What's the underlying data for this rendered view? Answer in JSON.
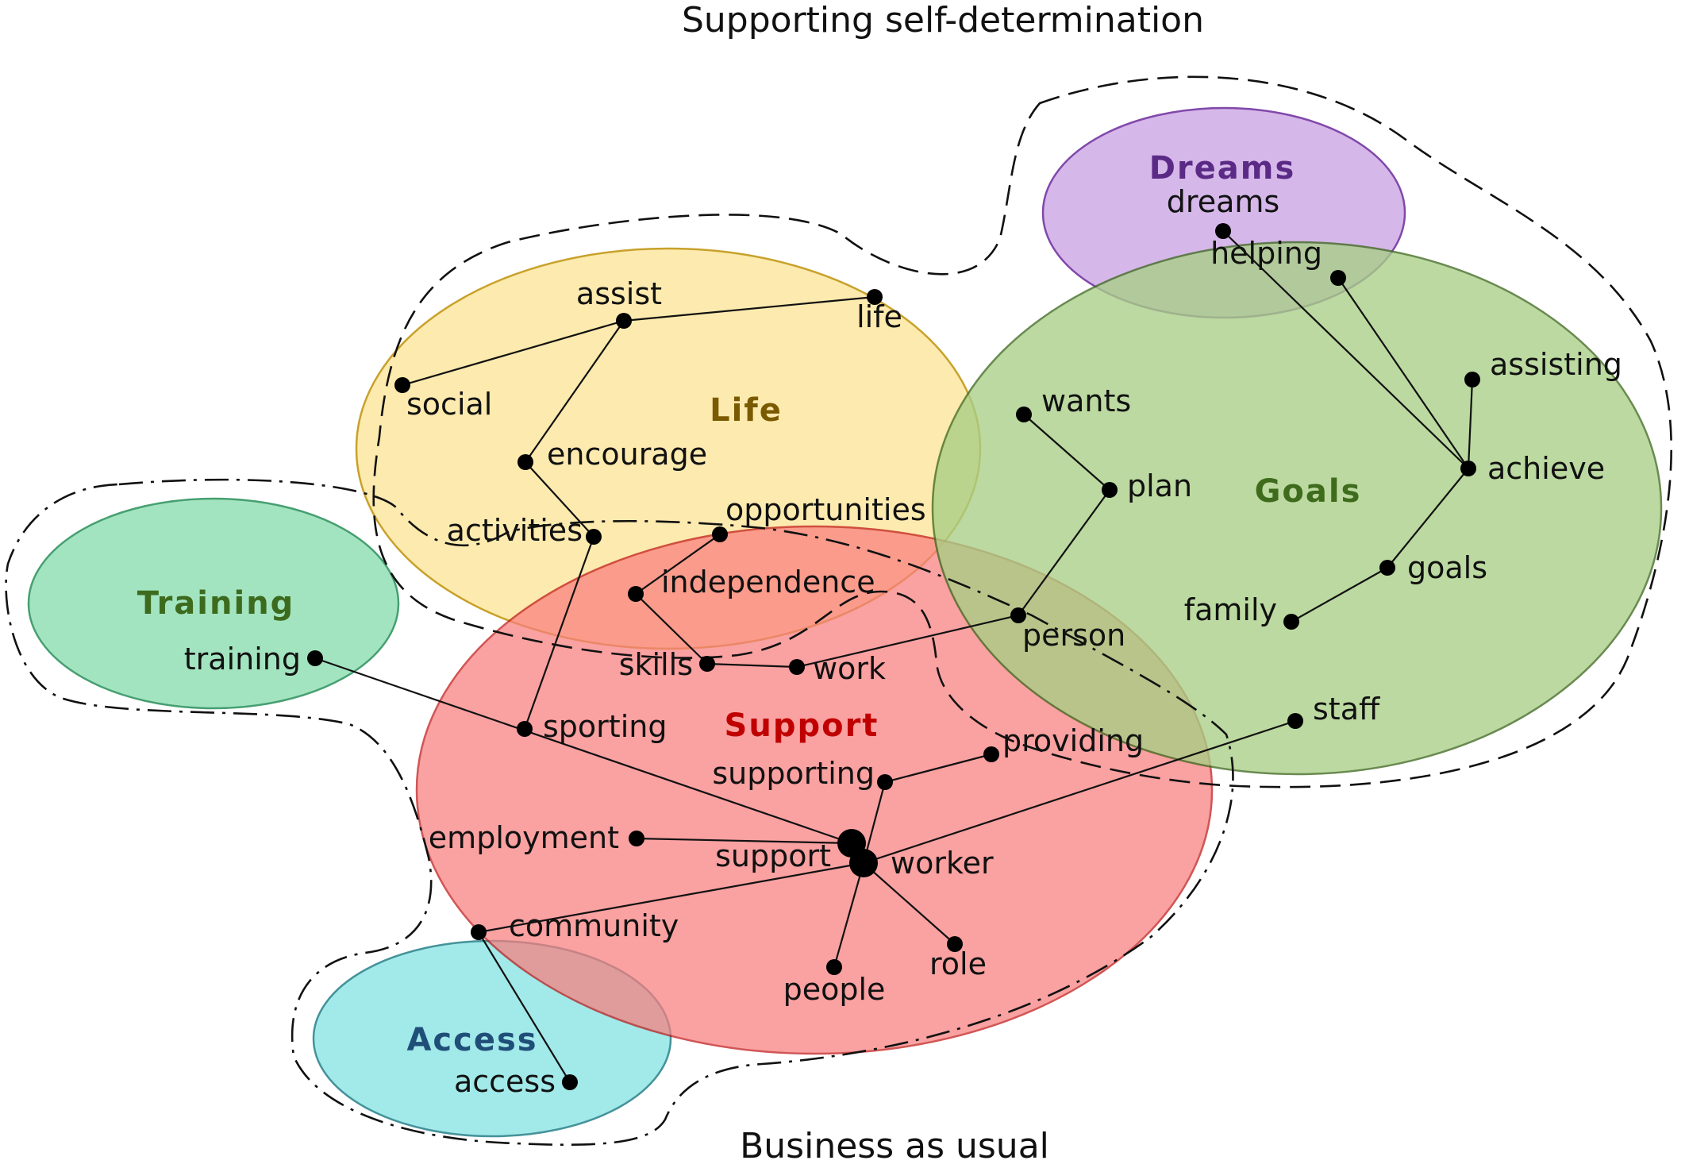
{
  "captions": {
    "top": "Supporting self-determination",
    "bottom": "Business as usual"
  },
  "clusters": [
    {
      "id": "dreams",
      "label": "Dreams",
      "fill": "#d3b4e8",
      "stroke": "#7b3fa6",
      "label_color": "#5b2a86"
    },
    {
      "id": "goals",
      "label": "Goals",
      "fill": "#a8cf86",
      "stroke": "#3f6a1f",
      "label_color": "#3e6b1c"
    },
    {
      "id": "life",
      "label": "Life",
      "fill": "#fde9a8",
      "stroke": "#c49a1a",
      "label_color": "#7a5a00"
    },
    {
      "id": "support",
      "label": "Support",
      "fill": "#f97e7e",
      "stroke": "#c01414",
      "label_color": "#c00000"
    },
    {
      "id": "training",
      "label": "Training",
      "fill": "#9fe3bd",
      "stroke": "#3d9a6a",
      "label_color": "#3d6b1e"
    },
    {
      "id": "access",
      "label": "Access",
      "fill": "#9ee8e8",
      "stroke": "#3a8d95",
      "label_color": "#1f4e79"
    }
  ],
  "nodes": [
    {
      "id": "dreams",
      "label": "dreams",
      "size": 1
    },
    {
      "id": "helping",
      "label": "helping",
      "size": 1
    },
    {
      "id": "assisting",
      "label": "assisting",
      "size": 1
    },
    {
      "id": "achieve",
      "label": "achieve",
      "size": 1
    },
    {
      "id": "wants",
      "label": "wants",
      "size": 1
    },
    {
      "id": "plan",
      "label": "plan",
      "size": 1
    },
    {
      "id": "goals",
      "label": "goals",
      "size": 1
    },
    {
      "id": "family",
      "label": "family",
      "size": 1
    },
    {
      "id": "person",
      "label": "person",
      "size": 1
    },
    {
      "id": "staff",
      "label": "staff",
      "size": 1
    },
    {
      "id": "assist",
      "label": "assist",
      "size": 1
    },
    {
      "id": "life",
      "label": "life",
      "size": 1
    },
    {
      "id": "social",
      "label": "social",
      "size": 1
    },
    {
      "id": "encourage",
      "label": "encourage",
      "size": 1
    },
    {
      "id": "activities",
      "label": "activities",
      "size": 1
    },
    {
      "id": "opportunities",
      "label": "opportunities",
      "size": 1
    },
    {
      "id": "independence",
      "label": "independence",
      "size": 1
    },
    {
      "id": "skills",
      "label": "skills",
      "size": 1
    },
    {
      "id": "work",
      "label": "work",
      "size": 1
    },
    {
      "id": "sporting",
      "label": "sporting",
      "size": 1
    },
    {
      "id": "providing",
      "label": "providing",
      "size": 1
    },
    {
      "id": "supporting",
      "label": "supporting",
      "size": 1
    },
    {
      "id": "employment",
      "label": "employment",
      "size": 1
    },
    {
      "id": "support",
      "label": "support",
      "size": 3
    },
    {
      "id": "worker",
      "label": "worker",
      "size": 3
    },
    {
      "id": "community",
      "label": "community",
      "size": 1
    },
    {
      "id": "people",
      "label": "people",
      "size": 1
    },
    {
      "id": "role",
      "label": "role",
      "size": 1
    },
    {
      "id": "training",
      "label": "training",
      "size": 1
    },
    {
      "id": "access",
      "label": "access",
      "size": 1
    }
  ],
  "edges": [
    [
      "dreams",
      "achieve"
    ],
    [
      "helping",
      "achieve"
    ],
    [
      "assisting",
      "achieve"
    ],
    [
      "achieve",
      "goals"
    ],
    [
      "goals",
      "family"
    ],
    [
      "wants",
      "plan"
    ],
    [
      "plan",
      "person"
    ],
    [
      "person",
      "work"
    ],
    [
      "social",
      "assist"
    ],
    [
      "assist",
      "life"
    ],
    [
      "assist",
      "encourage"
    ],
    [
      "encourage",
      "activities"
    ],
    [
      "activities",
      "sporting"
    ],
    [
      "opportunities",
      "independence"
    ],
    [
      "independence",
      "skills"
    ],
    [
      "skills",
      "work"
    ],
    [
      "training",
      "support"
    ],
    [
      "employment",
      "support"
    ],
    [
      "support",
      "worker"
    ],
    [
      "supporting",
      "providing"
    ],
    [
      "supporting",
      "worker"
    ],
    [
      "community",
      "worker"
    ],
    [
      "worker",
      "staff"
    ],
    [
      "worker",
      "people"
    ],
    [
      "worker",
      "role"
    ],
    [
      "community",
      "access"
    ]
  ]
}
